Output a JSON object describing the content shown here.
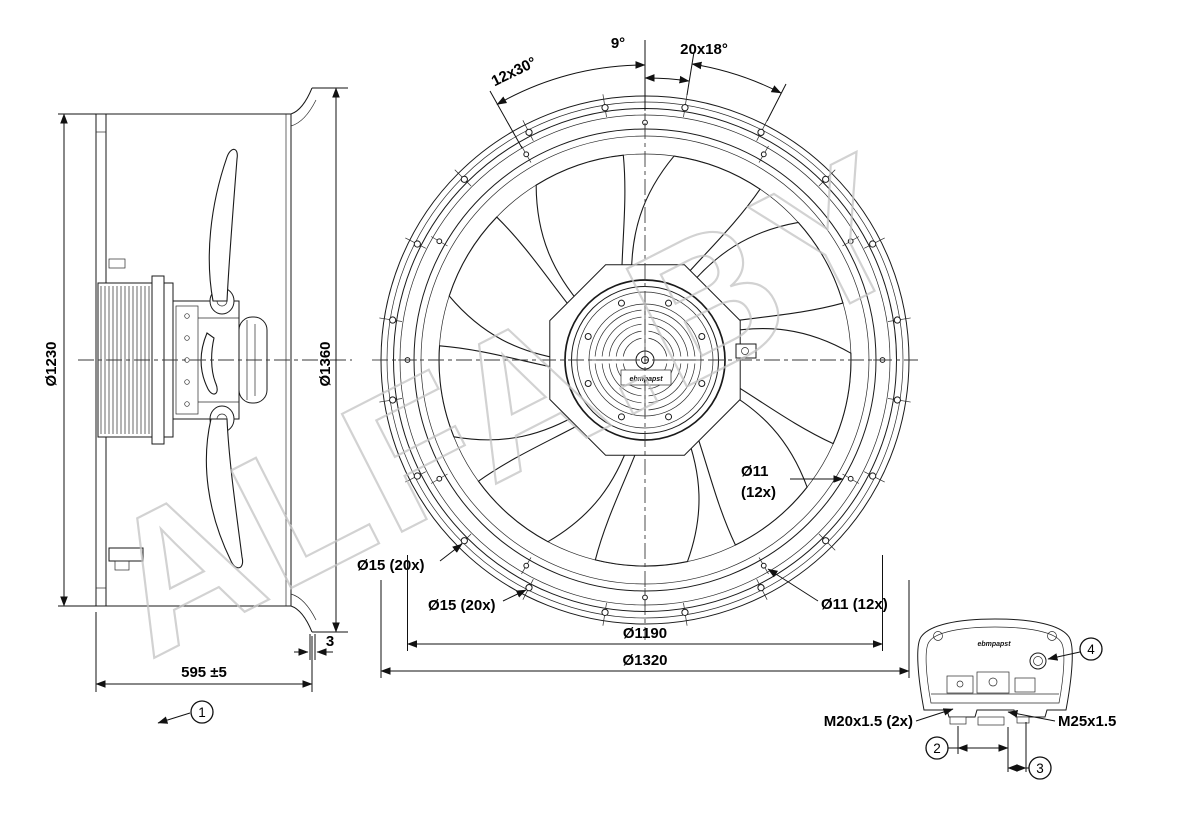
{
  "watermark": "ALFA.BY",
  "side_view": {
    "dia_inner": "Ø1230",
    "dia_bell": "Ø1360",
    "depth": "595 ±5",
    "gap": "3",
    "callout": "1"
  },
  "front_view": {
    "angle_left": "12x30°",
    "angle_offset": "9°",
    "angle_right": "20x18°",
    "holes11_line1": "Ø11",
    "holes11_line2": "(12x)",
    "holes15_a": "Ø15 (20x)",
    "holes15_b": "Ø15 (20x)",
    "holes11_b": "Ø11 (12x)",
    "bolt_circle": "Ø1190",
    "outer_dia": "Ø1320",
    "brand": "ebmpapst"
  },
  "terminal_box": {
    "brand": "ebmpapst",
    "gland_left": "M20x1.5 (2x)",
    "gland_right": "M25x1.5",
    "callout_2": "2",
    "callout_3": "3",
    "callout_4": "4"
  }
}
